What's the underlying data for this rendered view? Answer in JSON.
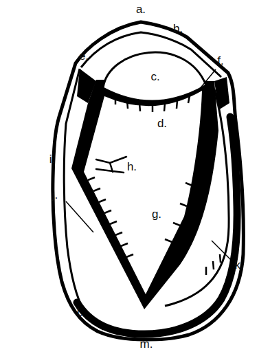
{
  "diagram": {
    "labels": [
      "a.",
      "b.",
      "c.",
      "d.",
      "e.",
      "f.",
      "g.",
      "h.",
      "i.",
      "j.",
      "k.",
      "l.",
      "m."
    ]
  }
}
